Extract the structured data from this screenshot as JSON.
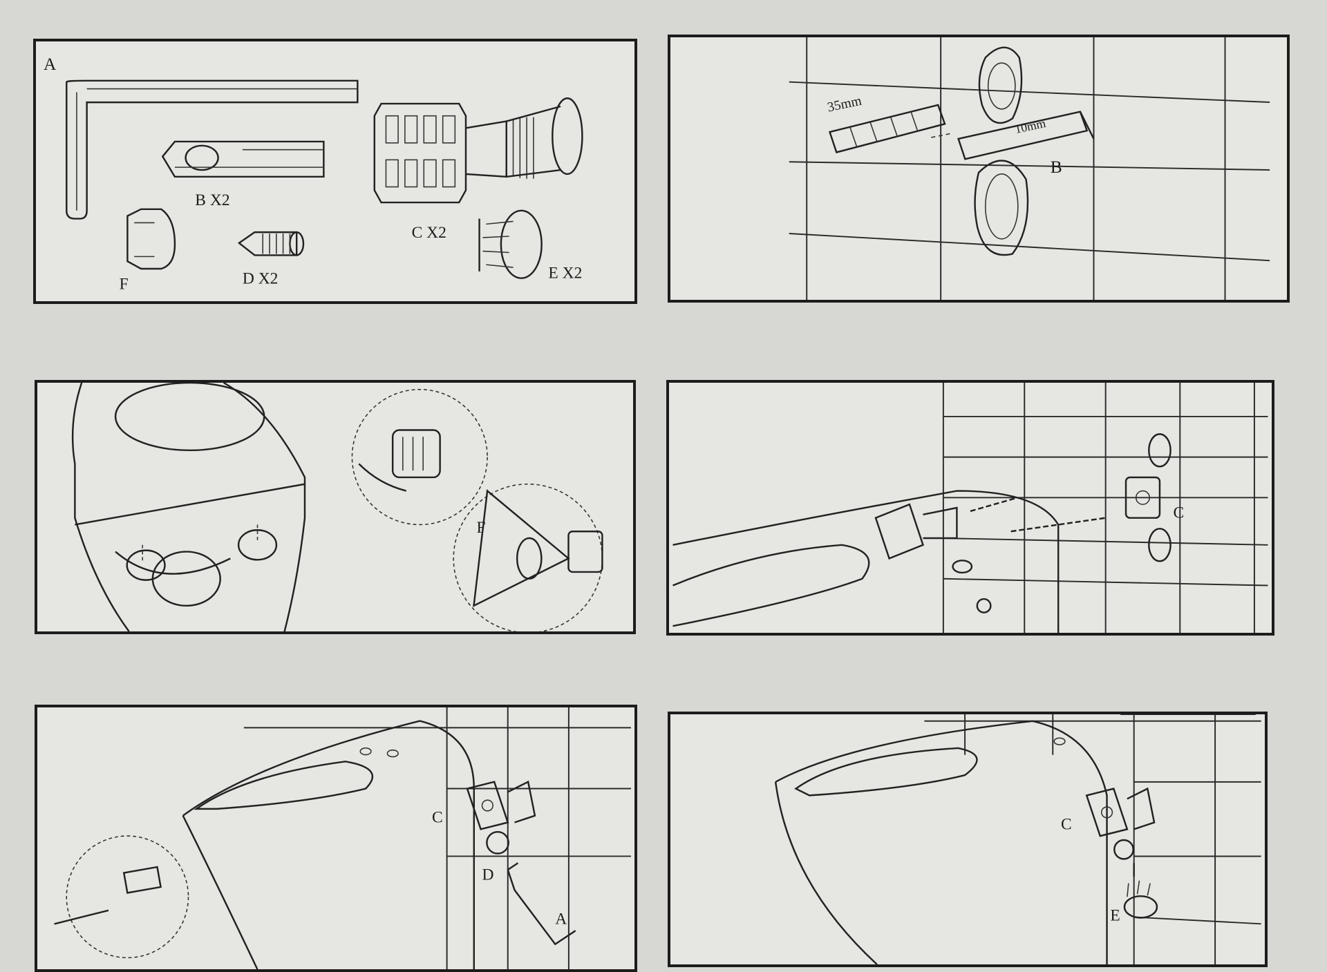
{
  "panel1": {
    "label_a": "A",
    "label_b": "B X2",
    "label_c": "C X2",
    "label_d": "D X2",
    "label_e": "E X2",
    "label_f": "F"
  },
  "panel2": {
    "dim_35": "35mm",
    "dim_10": "10mm",
    "label_b": "B"
  },
  "panel3": {
    "label_f": "F"
  },
  "panel4": {
    "label_c": "C"
  },
  "panel5": {
    "label_c": "C",
    "label_d": "D",
    "label_a": "A"
  },
  "panel6": {
    "label_c": "C",
    "label_e": "E"
  }
}
